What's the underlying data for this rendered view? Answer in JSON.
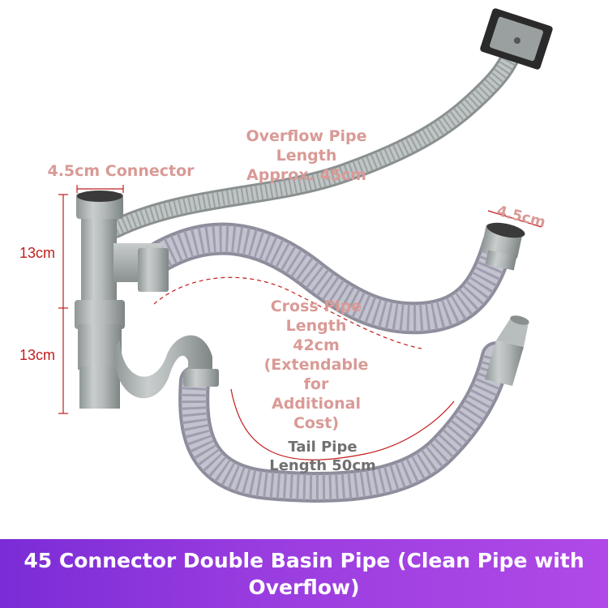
{
  "labels": {
    "connector_left": "4.5cm Connector",
    "connector_right": "4.5cm",
    "height_upper": "13cm",
    "height_lower": "13cm",
    "overflow_pipe": [
      "Overflow Pipe",
      "Length",
      "Approx. 45cm"
    ],
    "cross_pipe": [
      "Cross Pipe",
      "Length",
      "42cm",
      "(Extendable",
      "for",
      "Additional",
      "Cost)"
    ],
    "tail_pipe": [
      "Tail Pipe",
      "Length 50cm"
    ]
  },
  "banner": {
    "title": "45 Connector Double Basin Pipe (Clean Pipe with Overflow)"
  },
  "colors": {
    "banner_start": "#7b2cd6",
    "banner_end": "#b049e6",
    "pipe_gray": "#b7bcbc",
    "label_pink": "#d99a96",
    "measure_red": "#c21d1d"
  }
}
